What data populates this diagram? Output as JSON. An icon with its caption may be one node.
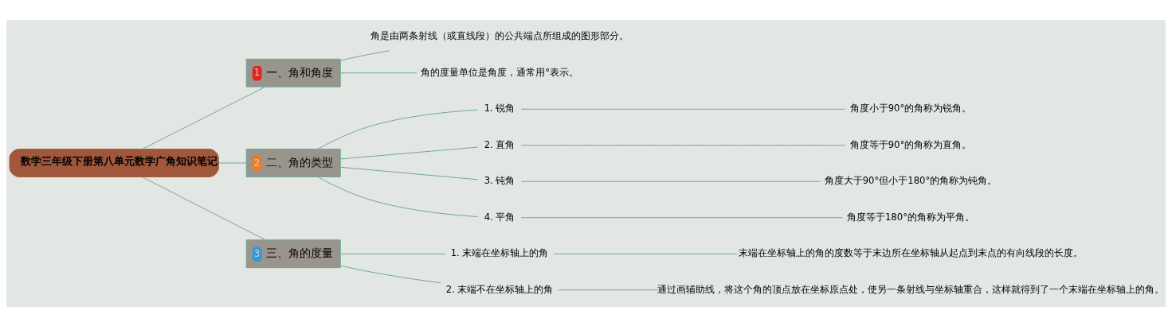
{
  "diagram": {
    "nodes": [
      {
        "text": [
          "数学三年级下册第八单元数学广角知识笔记"
        ]
      },
      {
        "text": [
          "1",
          "一、角和角度"
        ]
      },
      {
        "text": [
          "角是由两条射线（或直线段）的公共端点所组成的图形部分。"
        ]
      },
      {
        "text": [
          "角的度量单位是角度，通常用°表示。"
        ]
      },
      {
        "text": [
          "2",
          "二、角的类型"
        ]
      },
      {
        "text": [
          "1. 锐角"
        ]
      },
      {
        "text": [
          "角度小于90°的角称为锐角。"
        ]
      },
      {
        "text": [
          "2. 直角"
        ]
      },
      {
        "text": [
          "角度等于90°的角称为直角。"
        ]
      },
      {
        "text": [
          "3. 钝角"
        ]
      },
      {
        "text": [
          "角度大于90°但小于180°的角称为钝角。"
        ]
      },
      {
        "text": [
          "4. 平角"
        ]
      },
      {
        "text": [
          "角度等于180°的角称为平角。"
        ]
      },
      {
        "text": [
          "3",
          "三、角的度量"
        ]
      },
      {
        "text": [
          "1. 末端在坐标轴上的角"
        ]
      },
      {
        "text": [
          "末端在坐标轴上的角的度数等于末边所在坐标轴从起点到末点的有向线段的长度。"
        ]
      },
      {
        "text": [
          "2. 末端不在坐标轴上的角"
        ]
      },
      {
        "text": [
          "通过画辅助线，将这个角的顶点放在坐标原点处，使另一条射线与坐标轴重合，这样就得到了一个末端在坐标轴上的角。"
        ]
      }
    ],
    "edges": [
      {
        "from": 0,
        "to": 1,
        "arrow": "none"
      },
      {
        "from": 1,
        "to": 2,
        "arrow": "none"
      },
      {
        "from": 1,
        "to": 3,
        "arrow": "none"
      },
      {
        "from": 0,
        "to": 4,
        "arrow": "none"
      },
      {
        "from": 4,
        "to": 5,
        "arrow": "none"
      },
      {
        "from": 5,
        "to": 6,
        "arrow": "none"
      },
      {
        "from": 4,
        "to": 7,
        "arrow": "none"
      },
      {
        "from": 7,
        "to": 8,
        "arrow": "none"
      },
      {
        "from": 4,
        "to": 9,
        "arrow": "none"
      },
      {
        "from": 9,
        "to": 10,
        "arrow": "none"
      },
      {
        "from": 4,
        "to": 11,
        "arrow": "none"
      },
      {
        "from": 11,
        "to": 12,
        "arrow": "none"
      },
      {
        "from": 0,
        "to": 13,
        "arrow": "none"
      },
      {
        "from": 13,
        "to": 14,
        "arrow": "none"
      },
      {
        "from": 14,
        "to": 15,
        "arrow": "none"
      },
      {
        "from": 13,
        "to": 16,
        "arrow": "none"
      },
      {
        "from": 16,
        "to": 17,
        "arrow": "none"
      }
    ]
  }
}
